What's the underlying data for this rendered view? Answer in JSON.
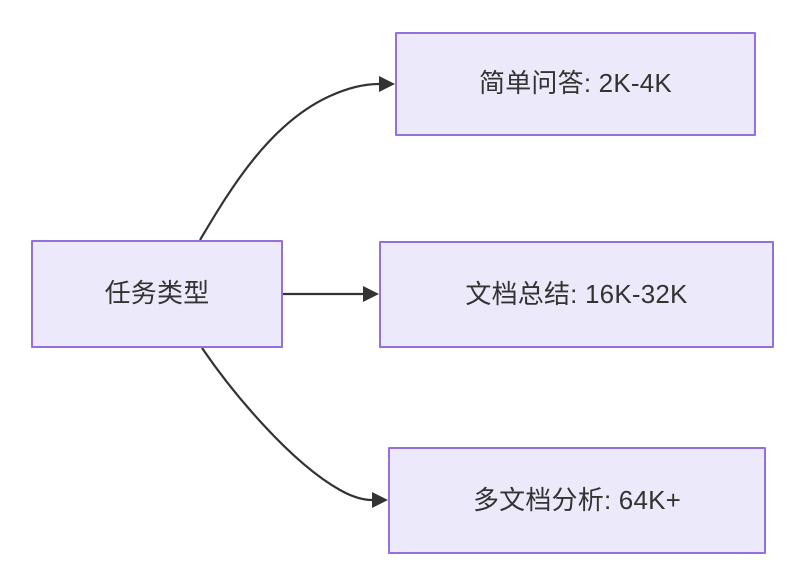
{
  "diagram": {
    "type": "flowchart",
    "direction": "left-to-right",
    "title": "",
    "colors": {
      "node_fill": "#eceafa",
      "node_border": "#9370db",
      "node_text": "#333333",
      "edge_stroke": "#333333",
      "background": "#ffffff"
    },
    "nodes": [
      {
        "id": "root",
        "label": "任务类型",
        "role": "decision-source"
      },
      {
        "id": "simple-qa",
        "label": "简单问答: 2K-4K",
        "role": "outcome"
      },
      {
        "id": "doc-summary",
        "label": "文档总结: 16K-32K",
        "role": "outcome"
      },
      {
        "id": "multi-doc",
        "label": "多文档分析: 64K+",
        "role": "outcome"
      }
    ],
    "edges": [
      {
        "id": "edge-root-simple-qa",
        "from": "root",
        "to": "simple-qa",
        "label": "",
        "style": "curved-arrow"
      },
      {
        "id": "edge-root-doc-summary",
        "from": "root",
        "to": "doc-summary",
        "label": "",
        "style": "straight-arrow"
      },
      {
        "id": "edge-root-multi-doc",
        "from": "root",
        "to": "multi-doc",
        "label": "",
        "style": "curved-arrow"
      }
    ]
  }
}
